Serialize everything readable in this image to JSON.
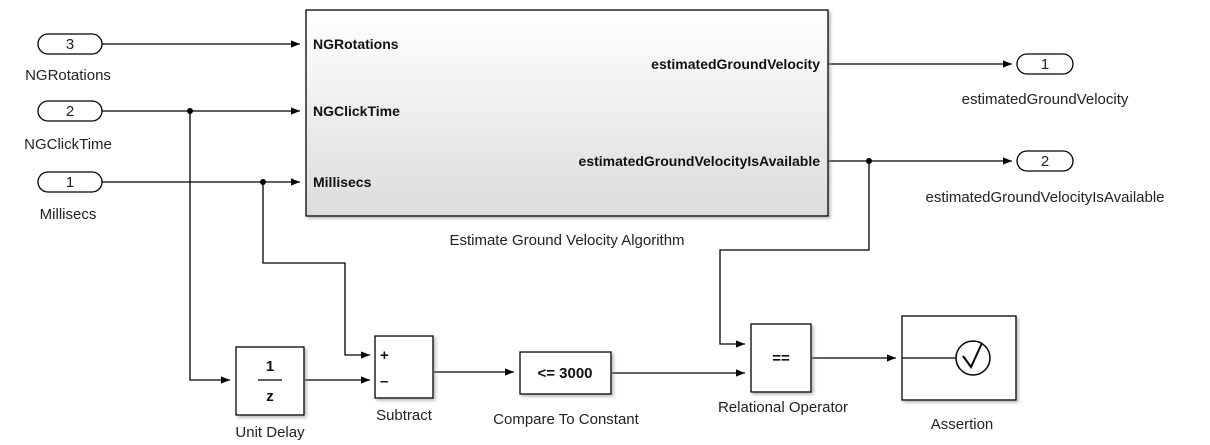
{
  "inports": [
    {
      "number": "3",
      "name": "NGRotations"
    },
    {
      "number": "2",
      "name": "NGClickTime"
    },
    {
      "number": "1",
      "name": "Millisecs"
    }
  ],
  "outports": [
    {
      "number": "1",
      "name": "estimatedGroundVelocity"
    },
    {
      "number": "2",
      "name": "estimatedGroundVelocityIsAvailable"
    }
  ],
  "subsystem": {
    "name": "Estimate Ground Velocity Algorithm",
    "inputs": [
      "NGRotations",
      "NGClickTime",
      "Millisecs"
    ],
    "outputs": [
      "estimatedGroundVelocity",
      "estimatedGroundVelocityIsAvailable"
    ]
  },
  "unit_delay": {
    "name": "Unit Delay",
    "numerator": "1",
    "denominator": "z"
  },
  "subtract": {
    "name": "Subtract",
    "plus": "+",
    "minus": "–"
  },
  "compare": {
    "name": "Compare To Constant",
    "expr": "<= 3000"
  },
  "relational": {
    "name": "Relational Operator",
    "op": "=="
  },
  "assertion": {
    "name": "Assertion",
    "icon": "checkmark-icon"
  }
}
